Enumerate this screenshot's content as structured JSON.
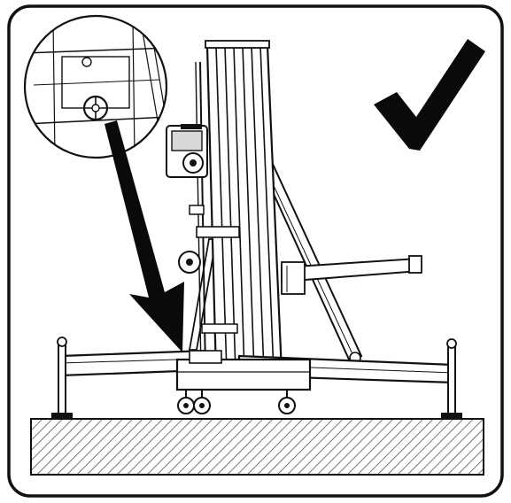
{
  "diagram": {
    "subject": "lift-on-level-ground-instruction",
    "verdict_icon": "checkmark-icon",
    "colors": {
      "stroke": "#111111",
      "fill": "#ffffff",
      "hatch": "#555555",
      "check": "#0a0a0a",
      "panel_gray": "#d9d9d9"
    },
    "parts": [
      "outer-frame",
      "ground-slab",
      "mast",
      "boom-arm",
      "support-strut",
      "base-legs",
      "leveling-jacks",
      "casters",
      "winch",
      "inset-magnifier",
      "bubble-level",
      "pointer-arrow",
      "checkmark-icon"
    ]
  }
}
